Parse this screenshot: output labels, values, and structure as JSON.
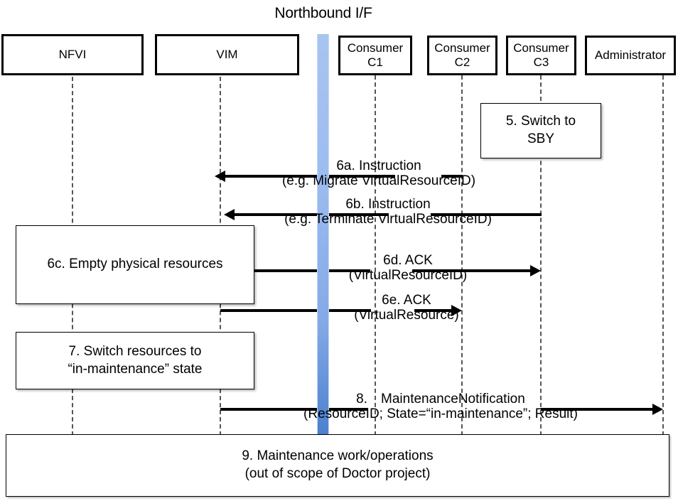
{
  "diagram": {
    "title": "Northbound I/F",
    "type": "uml-sequence-diagram",
    "interface_bar_color": "#8EB4F0"
  },
  "actors": [
    {
      "id": "nfvi",
      "label": "NFVI",
      "line2": ""
    },
    {
      "id": "vim",
      "label": "VIM",
      "line2": ""
    },
    {
      "id": "c1",
      "label": "Consumer",
      "line2": "C1"
    },
    {
      "id": "c2",
      "label": "Consumer",
      "line2": "C2"
    },
    {
      "id": "c3",
      "label": "Consumer",
      "line2": "C3"
    },
    {
      "id": "admin",
      "label": "Administrator",
      "line2": ""
    }
  ],
  "notes": [
    {
      "id": "n5",
      "line1": "5. Switch to",
      "line2": "SBY"
    },
    {
      "id": "n6c",
      "line1": "6c. Empty physical resources",
      "line2": ""
    },
    {
      "id": "n7",
      "line1": "7. Switch resources to",
      "line2": "“in-maintenance” state"
    },
    {
      "id": "n9",
      "line1": "9. Maintenance work/operations",
      "line2": "(out of scope of Doctor project)"
    }
  ],
  "messages": [
    {
      "id": "m6a",
      "line1": "6a. Instruction",
      "line2": "(e.g. Migrate VirtualResourceID)",
      "from": "c2",
      "to": "vim",
      "direction": "left"
    },
    {
      "id": "m6b",
      "line1": "6b. Instruction",
      "line2": "(e.g. Terminate VirtualResourceID)",
      "from": "c3",
      "to": "vim",
      "direction": "left"
    },
    {
      "id": "m6d",
      "line1": "6d. ACK",
      "line2": "(VirtualResourceID)",
      "from": "vim",
      "to": "c3",
      "direction": "right"
    },
    {
      "id": "m6e",
      "line1": "6e. ACK",
      "line2": "(VirtualResource)",
      "from": "vim",
      "to": "c2",
      "direction": "right"
    },
    {
      "id": "m8",
      "line1": "8. MaintenanceNotification",
      "line2": "(ResourceID; State=“in-maintenance”; Result)",
      "from": "vim",
      "to": "admin",
      "direction": "right"
    }
  ]
}
